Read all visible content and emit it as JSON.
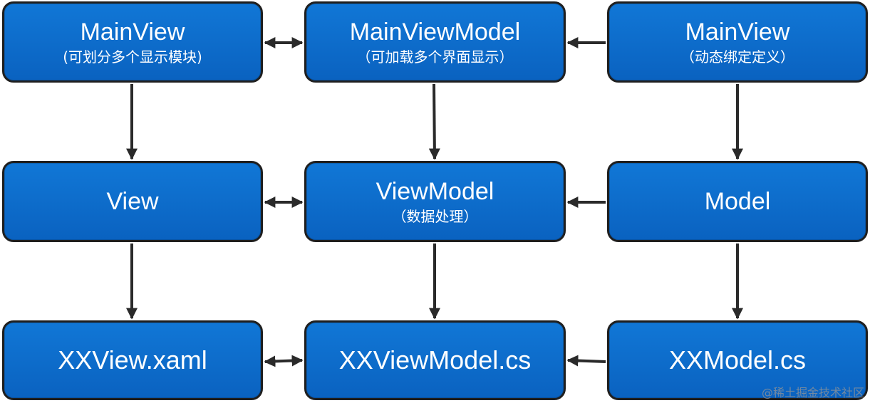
{
  "colors": {
    "box_fill": "#0a6ad0",
    "box_border": "#1f1f1f",
    "arrow": "#2a2a2a",
    "text": "#ffffff"
  },
  "nodes": {
    "main_view": {
      "title": "MainView",
      "subtitle": "(可划分多个显示模块)"
    },
    "main_view_model": {
      "title": "MainViewModel",
      "subtitle": "（可加载多个界面显示）"
    },
    "main_view_right": {
      "title": "MainView",
      "subtitle": "（动态绑定定义）"
    },
    "view": {
      "title": "View"
    },
    "view_model": {
      "title": "ViewModel",
      "subtitle": "（数据处理）"
    },
    "model": {
      "title": "Model"
    },
    "xx_view": {
      "title": "XXView.xaml"
    },
    "xx_view_model": {
      "title": "XXViewModel.cs"
    },
    "xx_model": {
      "title": "XXModel.cs"
    }
  },
  "watermark": "@稀土掘金技术社区"
}
